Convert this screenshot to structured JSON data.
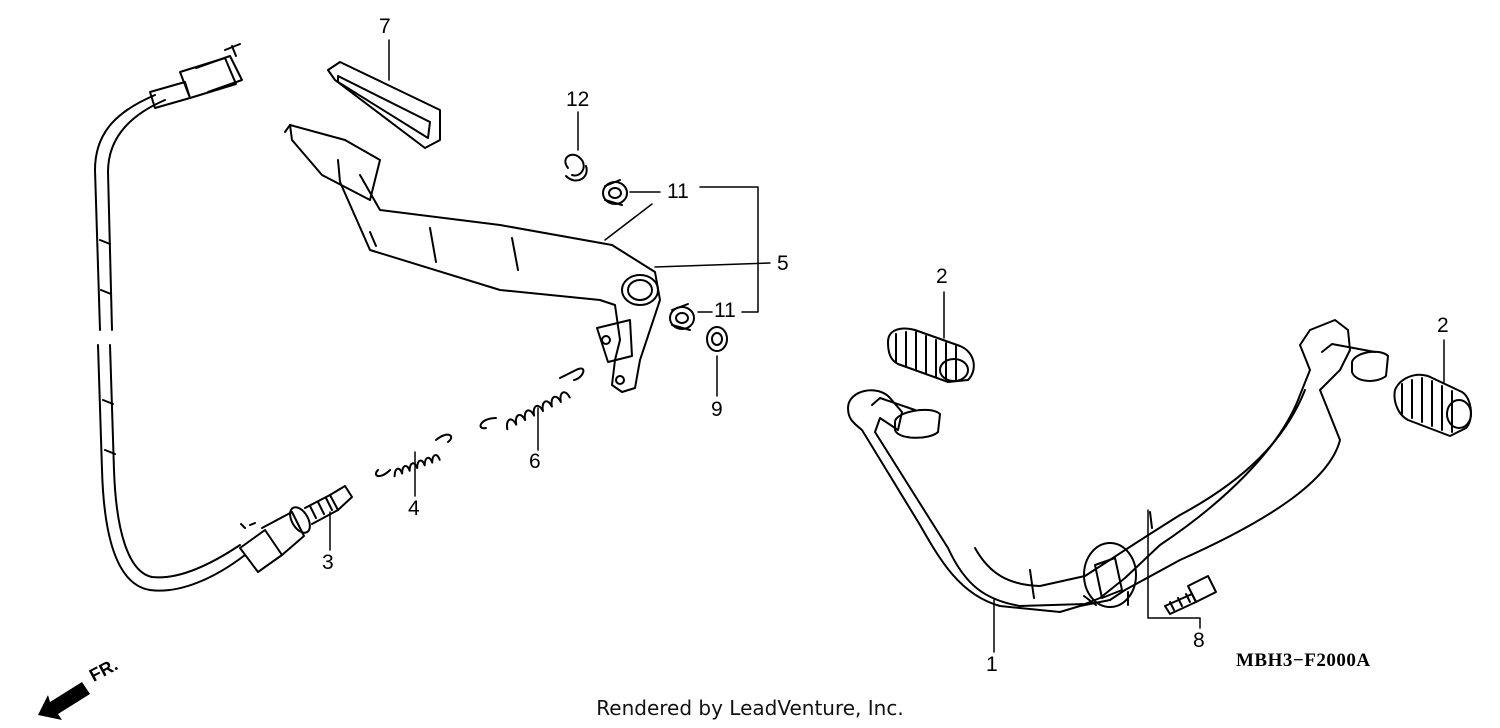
{
  "parts": [
    {
      "id": "callout-1",
      "label": "1"
    },
    {
      "id": "callout-2a",
      "label": "2"
    },
    {
      "id": "callout-2b",
      "label": "2"
    },
    {
      "id": "callout-3",
      "label": "3"
    },
    {
      "id": "callout-4",
      "label": "4"
    },
    {
      "id": "callout-5",
      "label": "5"
    },
    {
      "id": "callout-6",
      "label": "6"
    },
    {
      "id": "callout-7",
      "label": "7"
    },
    {
      "id": "callout-8",
      "label": "8"
    },
    {
      "id": "callout-9",
      "label": "9"
    },
    {
      "id": "callout-11a",
      "label": "11"
    },
    {
      "id": "callout-11b",
      "label": "11"
    },
    {
      "id": "callout-12",
      "label": "12"
    }
  ],
  "diagram_code": "MBH3−F2000A",
  "direction_label": "FR.",
  "footer": "Rendered by LeadVenture, Inc.",
  "icons": [
    "front-direction-arrow-icon"
  ],
  "colors": {
    "ink": "#000000",
    "paper": "#ffffff"
  }
}
